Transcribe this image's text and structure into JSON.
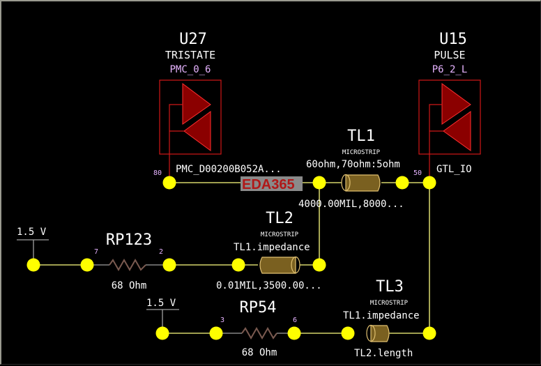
{
  "colors": {
    "background": "#000000",
    "wire": "#ffff80",
    "node": "#ffff00",
    "ibis_outline": "#d01818",
    "pin_label": "#e6b3ff",
    "text": "#ffffff",
    "tline_fill": "#7a6020"
  },
  "watermark": "EDA365",
  "ibis_buffers": [
    {
      "ref": "U27",
      "model": "TRISTATE",
      "package": "PMC_0_6",
      "pin": "80",
      "signal": "PMC_D00200B052A..."
    },
    {
      "ref": "U15",
      "model": "PULSE",
      "package": "P6_2_L",
      "pin": "50",
      "signal": "GTL_IO"
    }
  ],
  "transmission_lines": [
    {
      "ref": "TL1",
      "type": "MICROSTRIP",
      "impedance": "60ohm,70ohm:5ohm",
      "length": "4000.00MIL,8000..."
    },
    {
      "ref": "TL2",
      "type": "MICROSTRIP",
      "impedance": "TL1.impedance",
      "length": "0.01MIL,3500.00..."
    },
    {
      "ref": "TL3",
      "type": "MICROSTRIP",
      "impedance": "TL1.impedance",
      "length": "TL2.length"
    }
  ],
  "resistors": [
    {
      "ref": "RP123",
      "value": "68 Ohm",
      "pin_left": "7",
      "pin_right": "2"
    },
    {
      "ref": "RP54",
      "value": "68 Ohm",
      "pin_left": "3",
      "pin_right": "6"
    }
  ],
  "voltage_sources": [
    {
      "label": "1.5 V"
    },
    {
      "label": "1.5 V"
    }
  ]
}
